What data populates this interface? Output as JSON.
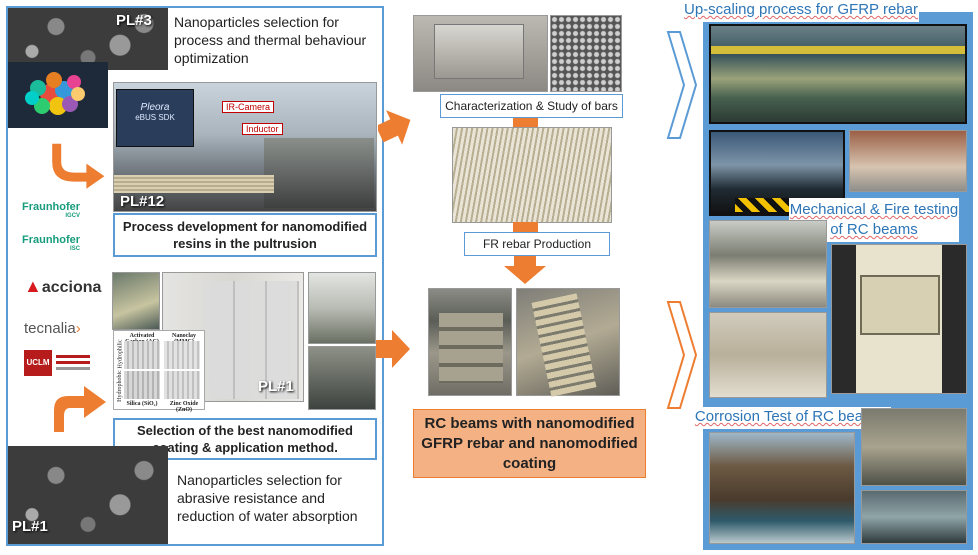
{
  "left": {
    "pl3_label": "PL#3",
    "pl3_desc": "Nanoparticles selection for process and thermal behaviour optimization",
    "pl12_label": "PL#12",
    "pultrusion_caption": "Process development for nanomodified resins in the pultrusion",
    "screen_brand": "Pleora",
    "screen_sub": "eBUS SDK",
    "ir_camera_label": "IR-Camera",
    "inductor_label": "Inductor",
    "logos": [
      "Fraunhofer",
      "IGCV",
      "Fraunhofer",
      "ISC",
      "acciona",
      "tecnalia",
      "UCLM"
    ],
    "coating_grid": [
      "Activated Carbon (AC)",
      "Nanoclay (MMC)",
      "Hydrophilic",
      "Hydrophobic",
      "Silica (SiO₂)",
      "Zinc Oxide (ZnO)"
    ],
    "pl1_label_mid": "PL#1",
    "coating_caption": "Selection of the best nanomodified coating & application method.",
    "pl1_label": "PL#1",
    "pl1_desc": "Nanoparticles selection for abrasive resistance and reduction of water absorption"
  },
  "center": {
    "characterization": "Characterization & Study of bars",
    "fr_production": "FR rebar Production",
    "result": "RC beams with nanomodified GFRP rebar and nanomodified coating"
  },
  "right": {
    "upscaling": "Up-scaling process for GFRP rebar",
    "mechanical": "Mechanical & Fire testing of RC beams",
    "corrosion": "Corrosion Test of RC beams"
  },
  "colors": {
    "frame_blue": "#5b9bd5",
    "arrow_orange": "#ed7d31",
    "result_fill": "#f4b183"
  }
}
